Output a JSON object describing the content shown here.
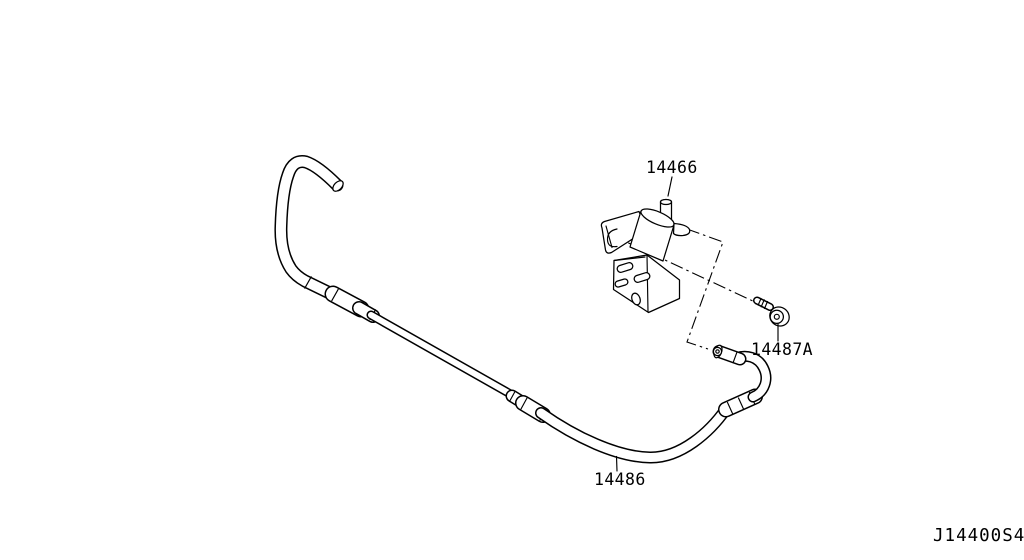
{
  "canvas": {
    "background": "#ffffff",
    "line_color": "#000000"
  },
  "diagram": {
    "code": "J14400S4",
    "callouts": [
      {
        "part_number": "14466"
      },
      {
        "part_number": "14487A"
      },
      {
        "part_number": "14486"
      }
    ]
  }
}
